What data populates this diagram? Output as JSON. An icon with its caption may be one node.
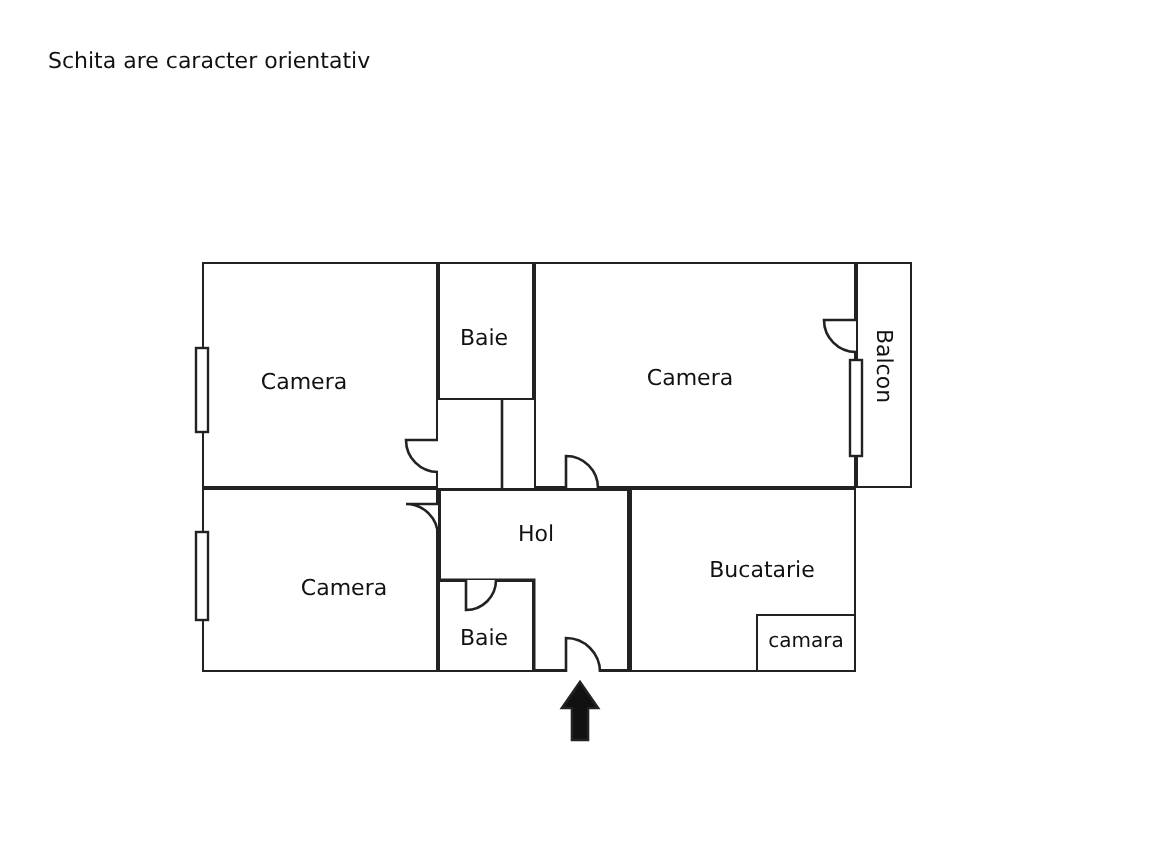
{
  "diagram": {
    "title": "Schita are caracter orientativ",
    "nodes": [
      {
        "text": [
          "Camera"
        ]
      },
      {
        "text": [
          "Baie"
        ]
      },
      {
        "text": [
          "Camera"
        ]
      },
      {
        "text": [
          "Balcon"
        ]
      },
      {
        "text": [
          "Camera"
        ]
      },
      {
        "text": [
          "Hol"
        ]
      },
      {
        "text": [
          "Bucatarie"
        ]
      },
      {
        "text": [
          "camara"
        ],
        "in": 6
      },
      {
        "text": [
          "Baie"
        ]
      }
    ]
  }
}
